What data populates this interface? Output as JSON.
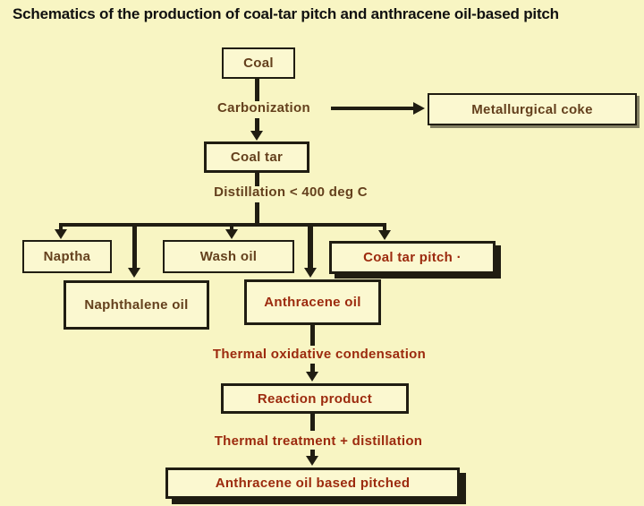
{
  "title": "Schematics of the production of coal-tar pitch and anthracene oil-based pitch",
  "colors": {
    "background": "#f8f5c3",
    "box_fill": "#fbf8d0",
    "line_and_border": "#201d12",
    "brown_text": "#64401d",
    "red_text": "#9c2a0e",
    "title_text": "#111111"
  },
  "nodes": {
    "coal": {
      "label": "Coal"
    },
    "metallurgical_coke": {
      "label": "Metallurgical coke"
    },
    "coal_tar": {
      "label": "Coal tar"
    },
    "naptha": {
      "label": "Naptha"
    },
    "wash_oil": {
      "label": "Wash oil"
    },
    "coal_tar_pitch": {
      "label": "Coal tar pitch ·"
    },
    "naphthalene_oil": {
      "label": "Naphthalene oil"
    },
    "anthracene_oil": {
      "label": "Anthracene oil"
    },
    "reaction_product": {
      "label": "Reaction product"
    },
    "anthracene_oil_based_pitch": {
      "label": "Anthracene oil based pitched"
    }
  },
  "process_labels": {
    "carbonization": "Carbonization",
    "distillation": "Distillation < 400 deg C",
    "thermal_oxidative_condensation": "Thermal oxidative condensation",
    "thermal_treatment_distillation": "Thermal treatment + distillation"
  }
}
